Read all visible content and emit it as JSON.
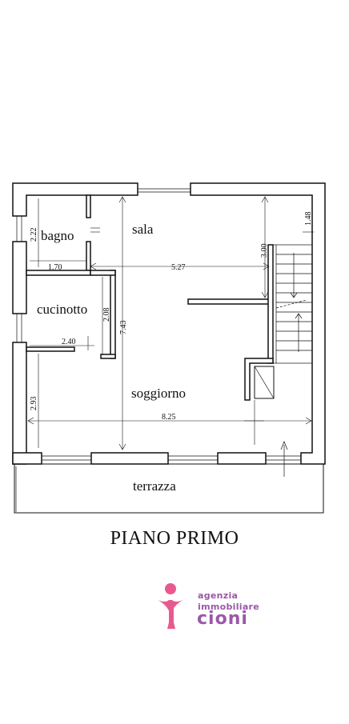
{
  "plan": {
    "rooms": {
      "bagno": "bagno",
      "sala": "sala",
      "cucinotto": "cucinotto",
      "soggiorno": "soggiorno",
      "terrazza": "terrazza"
    },
    "dimensions": {
      "bagno_height": "2.22",
      "bagno_width": "1.70",
      "sala_width": "5.27",
      "sala_depth": "3.00",
      "stair_width": "1.48",
      "cucinotto_height": "2.08",
      "cucinotto_width": "2.40",
      "total_depth": "7.43",
      "soggiorno_depth": "2.93",
      "total_width": "8.25"
    }
  },
  "title": "PIANO PRIMO",
  "logo": {
    "line1": "agenzia",
    "line2": "immobiliare",
    "line3": "cioni",
    "brand_colors": {
      "pink": "#e85a8f",
      "purple": "#9b58a8"
    }
  }
}
